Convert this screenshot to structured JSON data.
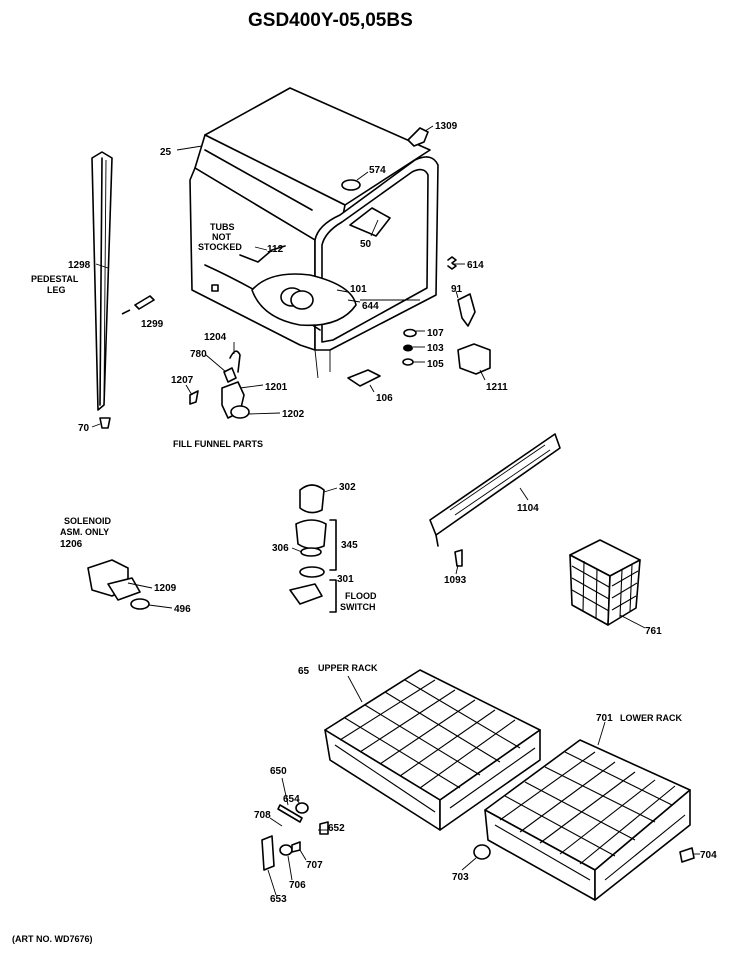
{
  "title": "GSD400Y-05,05BS",
  "art_number": "(ART NO. WD7676)",
  "callouts": {
    "c25": "25",
    "c1309": "1309",
    "c574": "574",
    "c1298": "1298",
    "c1299": "1299",
    "c112": "112",
    "c50": "50",
    "c101": "101",
    "c644": "644",
    "c614": "614",
    "c91": "91",
    "c1204": "1204",
    "c780": "780",
    "c1207": "1207",
    "c1201": "1201",
    "c1202": "1202",
    "c70": "70",
    "c107": "107",
    "c103": "103",
    "c105": "105",
    "c106": "106",
    "c1211": "1211",
    "c302": "302",
    "c345": "345",
    "c306": "306",
    "c301": "301",
    "c1104": "1104",
    "c1093": "1093",
    "c1206": "1206",
    "c1209": "1209",
    "c496": "496",
    "c761": "761",
    "c65": "65",
    "c701": "701",
    "c650": "650",
    "c654": "654",
    "c708": "708",
    "c652": "652",
    "c707": "707",
    "c706": "706",
    "c653": "653",
    "c703": "703",
    "c704": "704"
  },
  "captions": {
    "pedestal_1": "PEDESTAL",
    "pedestal_2": "LEG",
    "tubs_1": "TUBS",
    "tubs_2": "NOT",
    "tubs_3": "STOCKED",
    "fill_funnel": "FILL FUNNEL PARTS",
    "solenoid_1": "SOLENOID",
    "solenoid_2": "ASM. ONLY",
    "flood_1": "FLOOD",
    "flood_2": "SWITCH",
    "upper_rack": "UPPER RACK",
    "lower_rack": "LOWER RACK"
  }
}
